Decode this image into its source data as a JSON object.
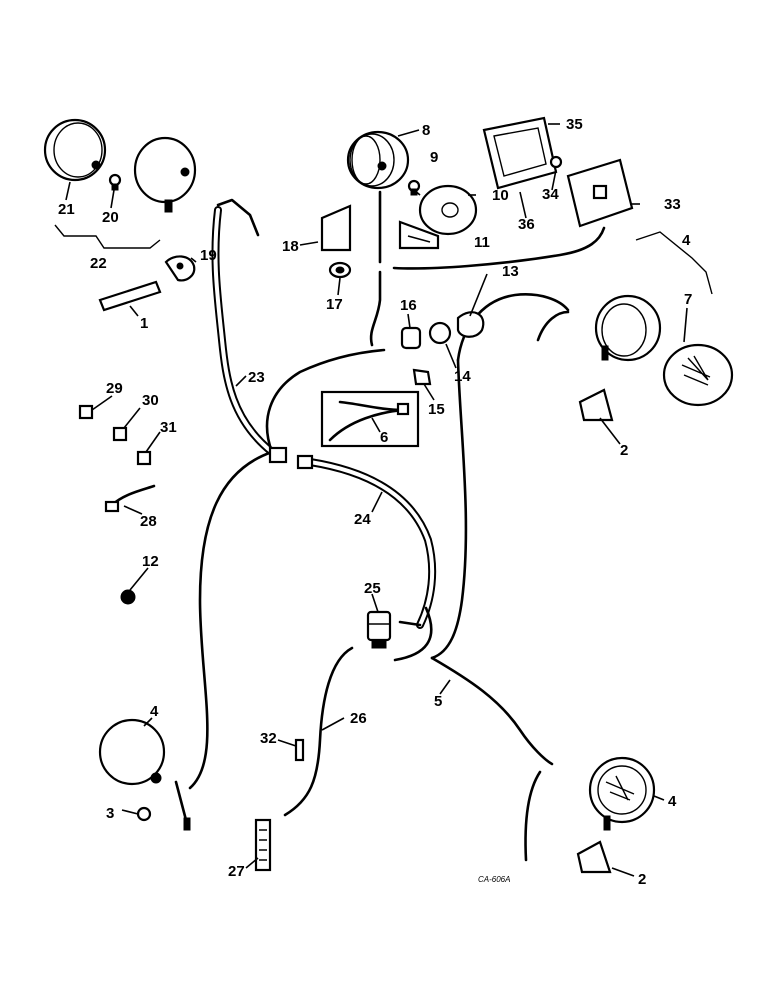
{
  "callouts": {
    "c1": "1",
    "c2a": "2",
    "c2b": "2",
    "c3": "3",
    "c4a": "4",
    "c4b": "4",
    "c4c": "4",
    "c5": "5",
    "c6": "6",
    "c7": "7",
    "c8": "8",
    "c9": "9",
    "c10": "10",
    "c11": "11",
    "c12": "12",
    "c13": "13",
    "c14": "14",
    "c15": "15",
    "c16": "16",
    "c17": "17",
    "c18": "18",
    "c19": "19",
    "c20": "20",
    "c21": "21",
    "c22": "22",
    "c23": "23",
    "c24": "24",
    "c25": "25",
    "c26": "26",
    "c27": "27",
    "c28": "28",
    "c29": "29",
    "c30": "30",
    "c31": "31",
    "c32": "32",
    "c33": "33",
    "c34": "34",
    "c35": "35",
    "c36": "36"
  },
  "drawing_code": "CA-606A"
}
